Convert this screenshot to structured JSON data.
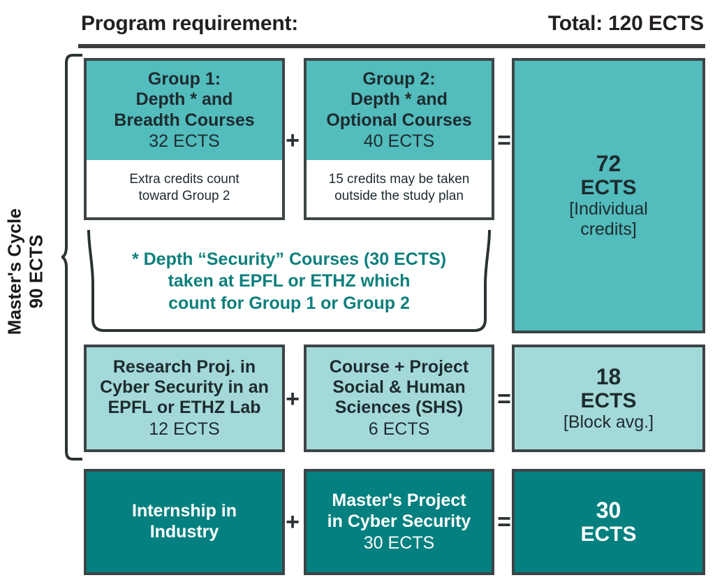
{
  "header": {
    "left_label": "Program requirement:",
    "right_label": "Total: 120 ECTS"
  },
  "side_label": {
    "text": "Master's Cycle\n90 ECTS"
  },
  "operators": {
    "plus": "+",
    "equals": "="
  },
  "colors": {
    "teal_mid": "#53bcbc",
    "teal_light": "#a4d9d9",
    "teal_dark": "#03807f",
    "outline": "#3d4446",
    "note_text": "#0d7f7c",
    "rule": "#3d3d3b"
  },
  "rows": [
    {
      "id": "courses",
      "left_box": {
        "title": "Group 1:\nDepth * and\nBreadth Courses",
        "ects": "32 ECTS",
        "note": "Extra credits count\ntoward Group 2"
      },
      "right_box": {
        "title": "Group 2:\nDepth * and\nOptional Courses",
        "ects": "40 ECTS",
        "note": "15 credits may be taken\noutside the study plan"
      },
      "total": {
        "number": "72",
        "unit": "ECTS",
        "sub": "[Individual\ncredits]"
      }
    },
    {
      "id": "projects",
      "left_box": {
        "title": "Research Proj. in\nCyber Security in an\nEPFL or ETHZ Lab",
        "ects": "12 ECTS"
      },
      "right_box": {
        "title": "Course + Project\nSocial & Human\nSciences (SHS)",
        "ects": "6 ECTS"
      },
      "total": {
        "number": "18",
        "unit": "ECTS",
        "sub": "[Block avg.]"
      }
    },
    {
      "id": "industry",
      "left_box": {
        "title": "Internship in\nIndustry",
        "ects": ""
      },
      "right_box": {
        "title": "Master's Project\nin Cyber Security",
        "ects": "30 ECTS"
      },
      "total": {
        "number": "30",
        "unit": "ECTS",
        "sub": ""
      }
    }
  ],
  "footnote": {
    "text": "* Depth “Security” Courses (30 ECTS)\ntaken at EPFL or ETHZ which\ncount for Group 1 or Group 2"
  }
}
